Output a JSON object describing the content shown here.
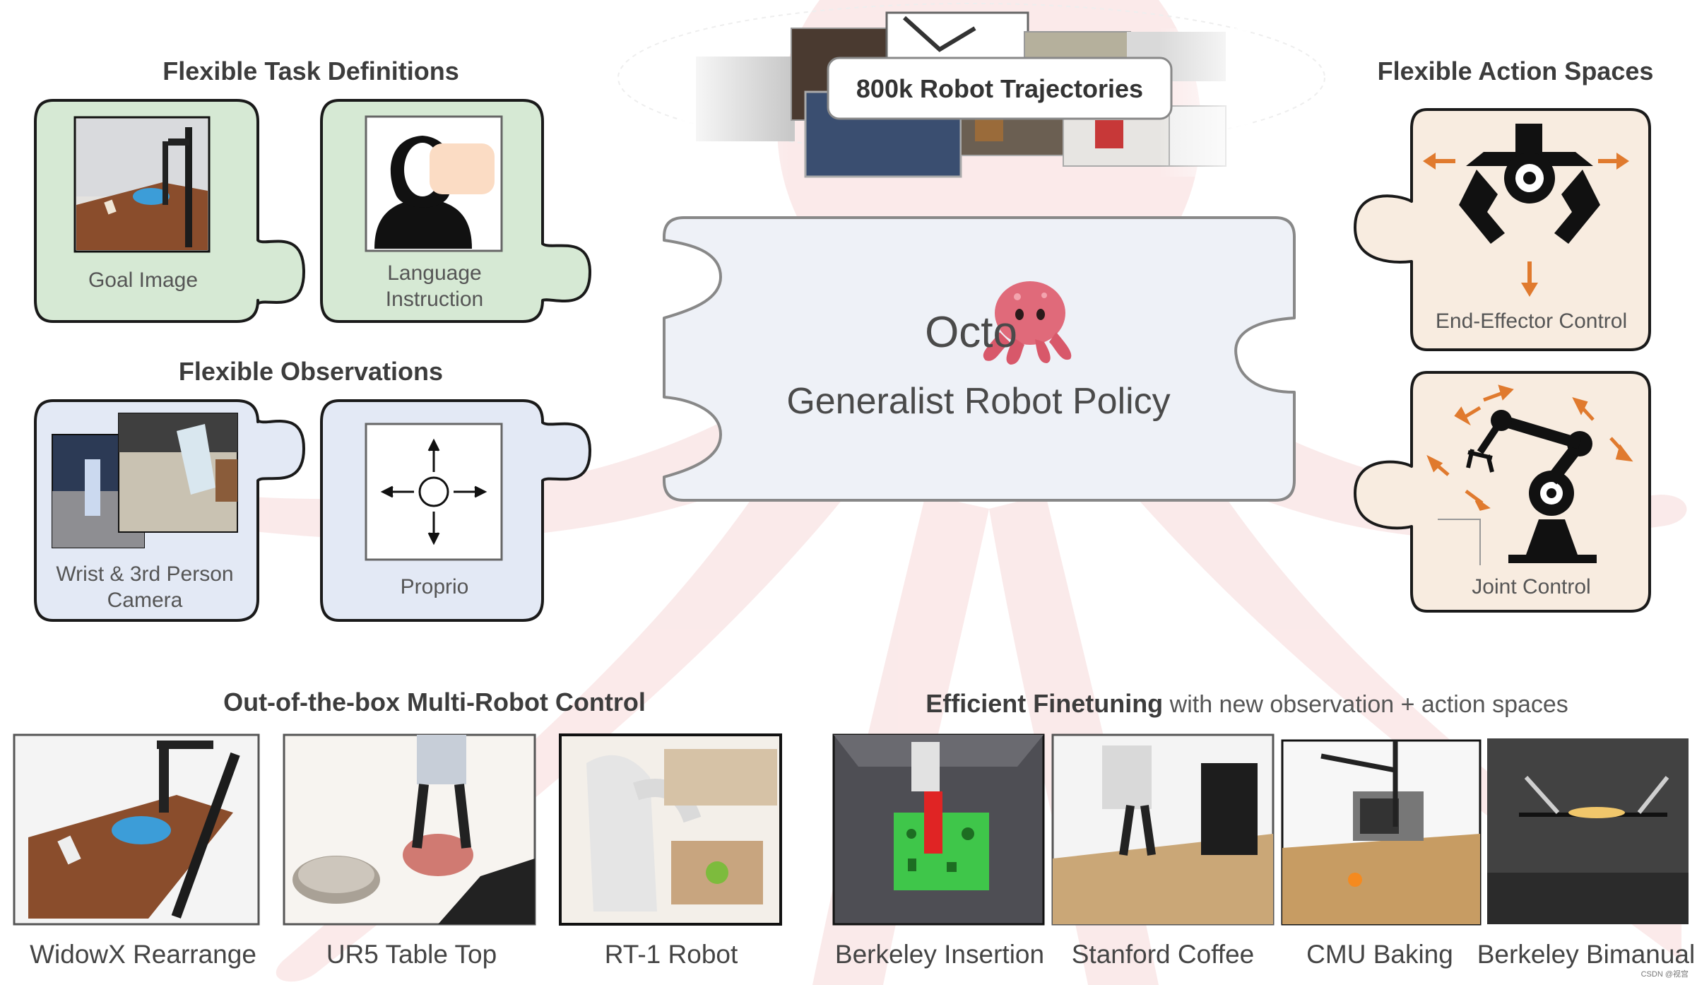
{
  "sections": {
    "task_definitions": "Flexible Task Definitions",
    "observations": "Flexible Observations",
    "action_spaces": "Flexible Action Spaces",
    "multi_robot": "Out-of-the-box Multi-Robot Control",
    "finetuning_bold": "Efficient Finetuning",
    "finetuning_rest": "with new observation + action spaces"
  },
  "pieces": {
    "goal_image": "Goal Image",
    "language_instruction_line1": "Language",
    "language_instruction_line2": "Instruction",
    "wrist_camera_line1": "Wrist & 3rd Person",
    "wrist_camera_line2": "Camera",
    "proprio": "Proprio",
    "end_effector": "End-Effector Control",
    "joint_control": "Joint Control"
  },
  "center": {
    "title": "Octo",
    "subtitle": "Generalist Robot Policy",
    "icon": "octopus-icon"
  },
  "trajectories": "800k Robot Trajectories",
  "robots": [
    "WidowX Rearrange",
    "UR5 Table Top",
    "RT-1 Robot"
  ],
  "finetune_tasks": [
    "Berkeley Insertion",
    "Stanford Coffee",
    "CMU Baking",
    "Berkeley Bimanual"
  ],
  "watermark": "CSDN @视宫",
  "colors": {
    "task_fill": "#d6e9d4",
    "obs_fill": "#e3e9f5",
    "action_fill": "#f8ece0",
    "center_fill": "#eef1f7",
    "arrow_orange": "#e07a2e",
    "outline": "#1a1a1a",
    "background_silhouette": "#f7dcdc"
  }
}
